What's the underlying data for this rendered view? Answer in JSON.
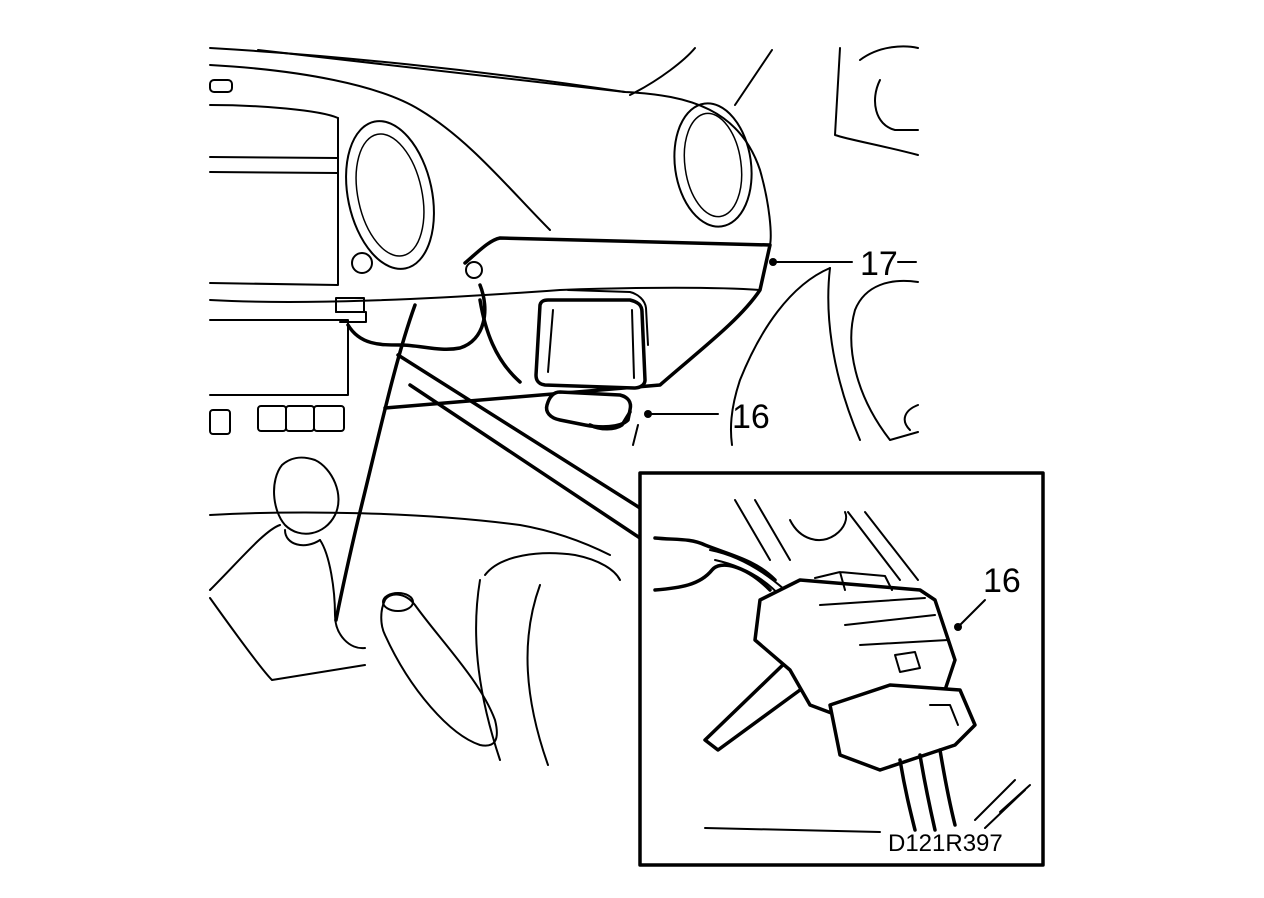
{
  "labels": {
    "callout_17": "17",
    "callout_16_main": "16",
    "callout_16_inset": "16",
    "figure_code": "D121R397"
  }
}
